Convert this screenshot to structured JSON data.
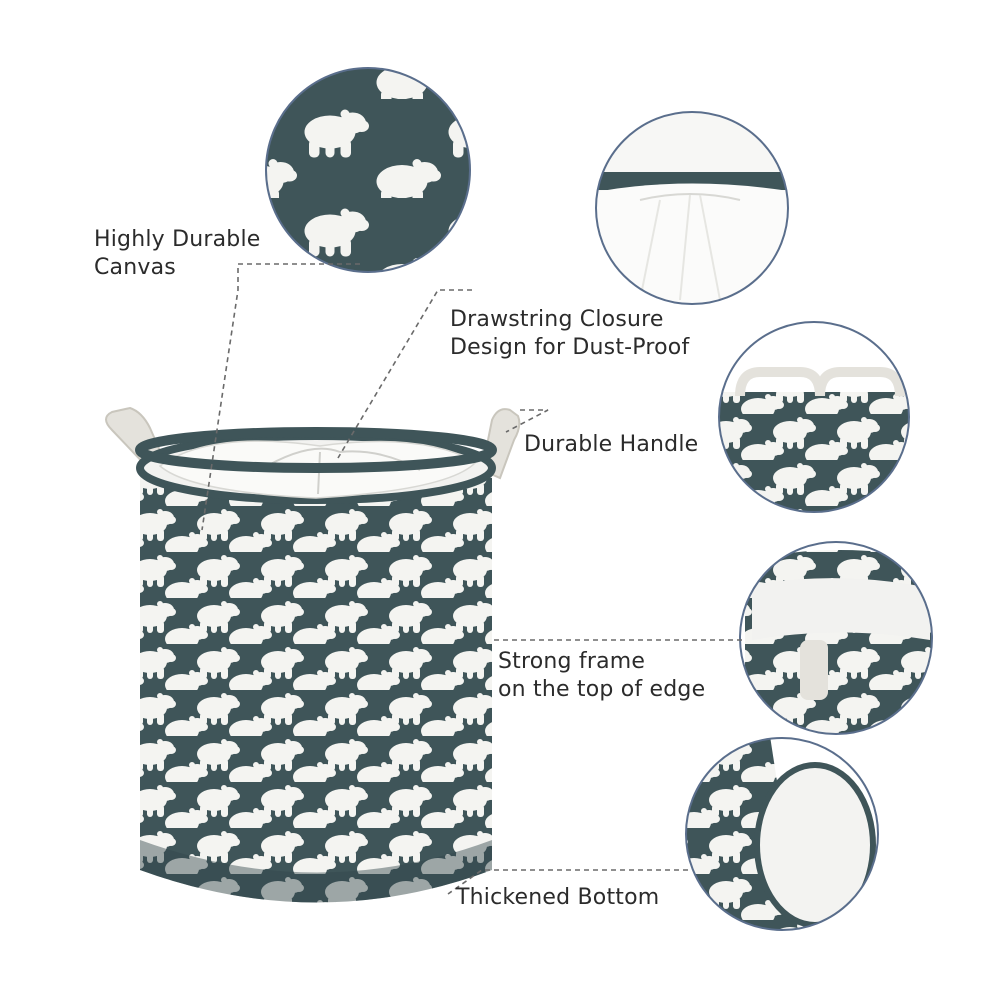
{
  "callouts": {
    "canvas": {
      "line1": "Highly Durable",
      "line2": "Canvas"
    },
    "drawstring": {
      "line1": "Drawstring Closure",
      "line2": "Design for Dust-Proof"
    },
    "handle": {
      "line1": "Durable Handle"
    },
    "frame": {
      "line1": "Strong frame",
      "line2": "on the top of edge"
    },
    "bottom": {
      "line1": "Thickened Bottom"
    }
  },
  "colors": {
    "fabric": "#3f5559",
    "fabric_dark": "#33474b",
    "bear": "#f4f4f1",
    "lining": "#f2f2f0",
    "handle": "#e4e2dc",
    "circle_border": "#5a6e8c",
    "dash_line": "#6a6a6a"
  }
}
